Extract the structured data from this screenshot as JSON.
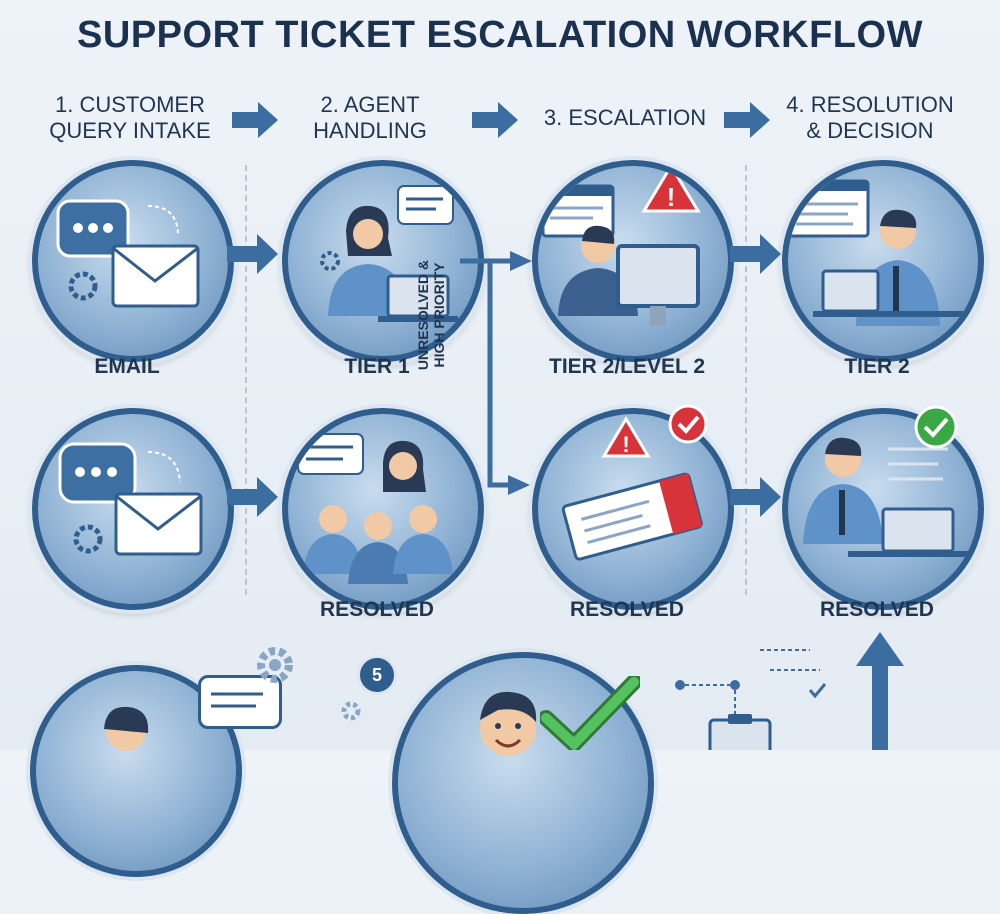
{
  "title": "SUPPORT TICKET ESCALATION WORKFLOW",
  "steps": [
    {
      "line1": "1. CUSTOMER",
      "line2": "QUERY INTAKE"
    },
    {
      "line1": "2. AGENT",
      "line2": "HANDLING"
    },
    {
      "line1": "3. ESCALATION",
      "line2": ""
    },
    {
      "line1": "4. RESOLUTION",
      "line2": "& DECISION"
    }
  ],
  "row1_labels": [
    "EMAIL",
    "TIER 1",
    "TIER 2/LEVEL 2",
    "TIER 2"
  ],
  "row2_labels": [
    "RESOLVED",
    "RESOLVED",
    "RESOLVED"
  ],
  "side_label": {
    "line1": "UNRESOLVED &",
    "line2": "HIGH PRIORITY"
  },
  "badge": "5",
  "colors": {
    "primary": "#2f5d8e",
    "accent_red": "#d8333a",
    "accent_green": "#3aa845",
    "background": "#e9eff6"
  }
}
